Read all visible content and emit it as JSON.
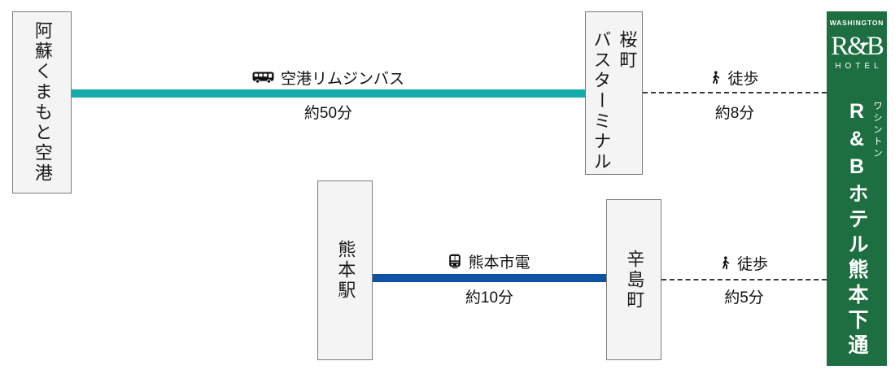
{
  "routes": [
    {
      "from": {
        "name": "阿蘇くまもと空港"
      },
      "transit": {
        "mode": "空港リムジンバス",
        "duration": "約50分",
        "icon": "bus-icon",
        "line_color": "#17acac"
      },
      "to": {
        "name_lines": [
          "桜町",
          "バスターミナル"
        ]
      },
      "walk": {
        "mode": "徒歩",
        "duration": "約8分",
        "icon": "walk-icon"
      }
    },
    {
      "from": {
        "name": "熊本駅"
      },
      "transit": {
        "mode": "熊本市電",
        "duration": "約10分",
        "icon": "tram-icon",
        "line_color": "#0f52a5"
      },
      "to": {
        "name": "辛島町"
      },
      "walk": {
        "mode": "徒歩",
        "duration": "約5分",
        "icon": "walk-icon"
      }
    }
  ],
  "destination": {
    "brand": "WASHINGTON",
    "logo": "R&B",
    "logo_sub": "HOTEL",
    "name_small": "ワシントン",
    "name_main": "R&Bホテル熊本下通",
    "bg_color": "#1d6e41"
  }
}
